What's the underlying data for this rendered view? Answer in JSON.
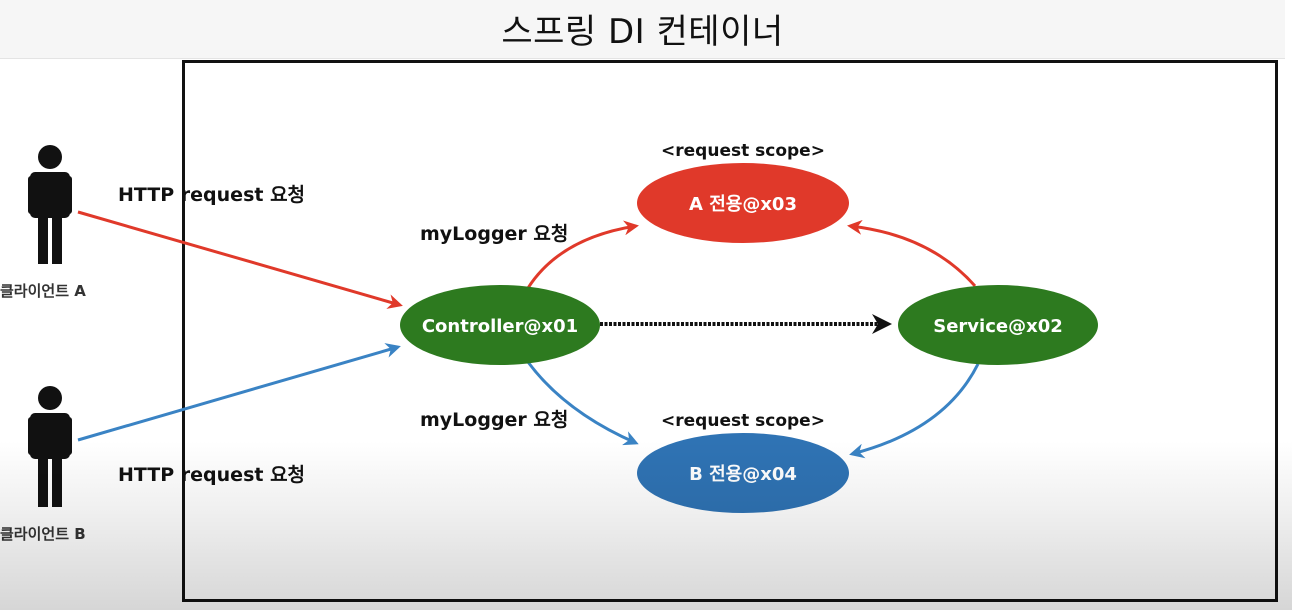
{
  "title": "스프링 DI 컨테이너",
  "clients": [
    {
      "label": "클라이언트 A"
    },
    {
      "label": "클라이언트 B"
    }
  ],
  "edges": {
    "http_a": "HTTP request 요청",
    "http_b": "HTTP request 요청",
    "logger_a": "myLogger 요청",
    "logger_b": "myLogger 요청"
  },
  "nodes": {
    "controller": "Controller@x01",
    "service": "Service@x02",
    "scope_a": "A 전용@x03",
    "scope_b": "B 전용@x04"
  },
  "scope_labels": {
    "a": "<request scope>",
    "b": "<request scope>"
  },
  "colors": {
    "red": "#e0392a",
    "blue": "#3a83c4",
    "green": "#2d7a1f",
    "black": "#111111"
  }
}
